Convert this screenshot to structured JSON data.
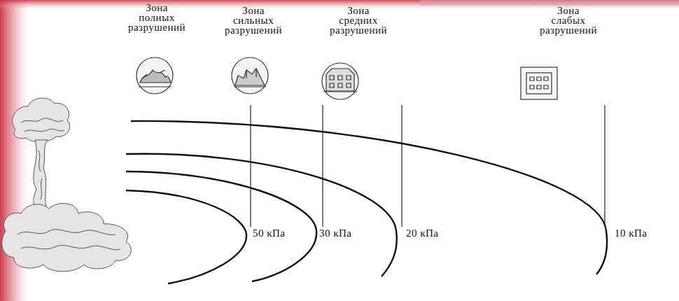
{
  "diagram": {
    "labels": [
      "Зона полных разрушений",
      "Зона сильных разрушений",
      "Зона средних разрушений",
      "Зона слабых разрушений",
      "50 кПа",
      "30 кПа",
      "20 кПа",
      "10 кПа"
    ]
  }
}
